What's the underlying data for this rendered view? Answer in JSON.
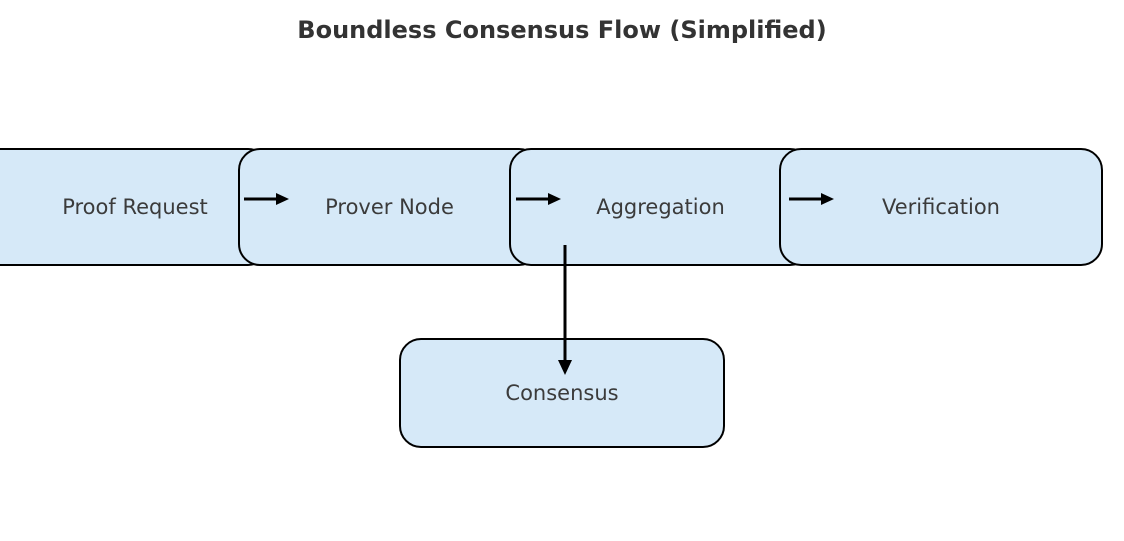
{
  "figure": {
    "title": "Boundless Consensus Flow (Simplified)",
    "background_color": "#ffffff",
    "title_color": "#333333"
  },
  "style": {
    "node_fill": "#d6e9f8",
    "node_border": "#000000",
    "node_text_color": "#3b3b3b",
    "edge_color": "#000000"
  },
  "chart_data": {
    "type": "diagram",
    "title": "Boundless Consensus Flow (Simplified)",
    "diagram_kind": "flowchart",
    "orientation": "left-to-right with one downward branch",
    "nodes": [
      {
        "id": "proof_request",
        "label": "Proof Request",
        "shape": "rounded-rectangle",
        "row": "top-band",
        "clipped_left_edge": true
      },
      {
        "id": "prover_node",
        "label": "Prover Node",
        "shape": "rounded-rectangle",
        "row": "top-band",
        "clipped_left_edge": false
      },
      {
        "id": "aggregation",
        "label": "Aggregation",
        "shape": "rounded-rectangle",
        "row": "top-band",
        "clipped_left_edge": false
      },
      {
        "id": "verification",
        "label": "Verification",
        "shape": "rounded-rectangle",
        "row": "top-band",
        "clipped_left_edge": false
      },
      {
        "id": "consensus",
        "label": "Consensus",
        "shape": "rounded-rectangle",
        "row": "bottom",
        "clipped_left_edge": false
      }
    ],
    "edges": [
      {
        "from": "proof_request",
        "to": "prover_node",
        "label": "",
        "direction": "right"
      },
      {
        "from": "prover_node",
        "to": "aggregation",
        "label": "",
        "direction": "right"
      },
      {
        "from": "aggregation",
        "to": "verification",
        "label": "",
        "direction": "right"
      },
      {
        "from": "aggregation",
        "to": "consensus",
        "label": "",
        "direction": "down"
      }
    ],
    "legend": [],
    "annotations": []
  },
  "nodes": {
    "proof_request": {
      "label": "Proof Request"
    },
    "prover_node": {
      "label": "Prover Node"
    },
    "aggregation": {
      "label": "Aggregation"
    },
    "verification": {
      "label": "Verification"
    },
    "consensus": {
      "label": "Consensus"
    }
  }
}
